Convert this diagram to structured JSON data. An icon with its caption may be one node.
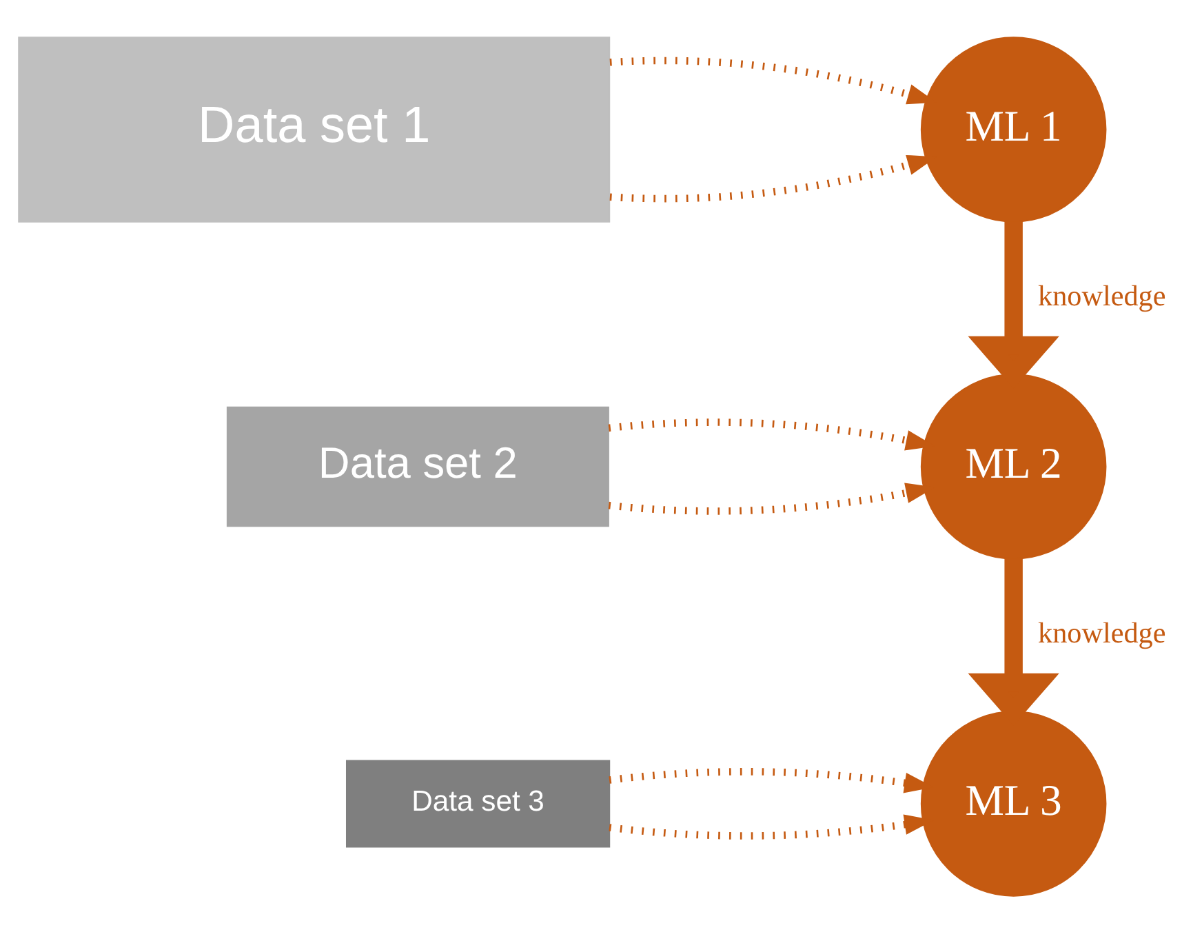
{
  "diagram": {
    "nodes": [
      {
        "text": [
          "Data set 1"
        ]
      },
      {
        "text": [
          "ML 1"
        ]
      },
      {
        "text": [
          "Data set 2"
        ]
      },
      {
        "text": [
          "ML 2"
        ]
      },
      {
        "text": [
          "Data set 3"
        ]
      },
      {
        "text": [
          "ML 3"
        ]
      }
    ],
    "edges": [
      {
        "from": 0,
        "to": 1,
        "arrow": "to",
        "style": "dashed"
      },
      {
        "from": 0,
        "to": 1,
        "arrow": "to",
        "style": "dashed"
      },
      {
        "from": 1,
        "to": 3,
        "arrow": "to",
        "label": "knowledge",
        "style": "thick"
      },
      {
        "from": 2,
        "to": 3,
        "arrow": "to",
        "style": "dashed"
      },
      {
        "from": 2,
        "to": 3,
        "arrow": "to",
        "style": "dashed"
      },
      {
        "from": 3,
        "to": 5,
        "arrow": "to",
        "label": "knowledge",
        "style": "thick"
      },
      {
        "from": 4,
        "to": 5,
        "arrow": "to",
        "style": "dashed"
      },
      {
        "from": 4,
        "to": 5,
        "arrow": "to",
        "style": "dashed"
      }
    ]
  }
}
